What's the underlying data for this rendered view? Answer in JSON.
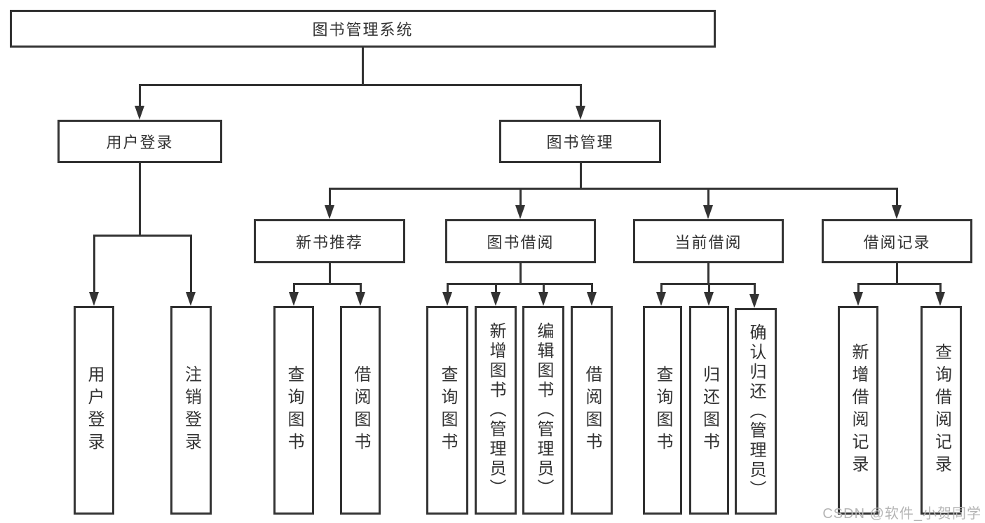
{
  "nodes": {
    "root": "图书管理系统",
    "user_login": "用户登录",
    "book_management": "图书管理",
    "new_book_recommendation": "新书推荐",
    "book_borrowing": "图书借阅",
    "current_borrowing": "当前借阅",
    "borrowing_records": "借阅记录",
    "ul_user_login": "用户登录",
    "ul_logout": "注销登录",
    "nbr_query_books": "查询图书",
    "nbr_borrow_books": "借阅图书",
    "bb_query_books": "查询图书",
    "bb_add_books": "新增图书（管理员）",
    "bb_edit_books": "编辑图书（管理员）",
    "bb_borrow_books": "借阅图书",
    "cb_query_books": "查询图书",
    "cb_return_books": "归还图书",
    "cb_confirm_return": "确认归还（管理员）",
    "br_add_record": "新增借阅记录",
    "br_query_record": "查询借阅记录"
  },
  "colors": {
    "line": "#333333",
    "text": "#333333",
    "watermark_text": "#b5b5b5",
    "background": "#ffffff"
  },
  "watermark": "CSDN @软件_小贺同学"
}
